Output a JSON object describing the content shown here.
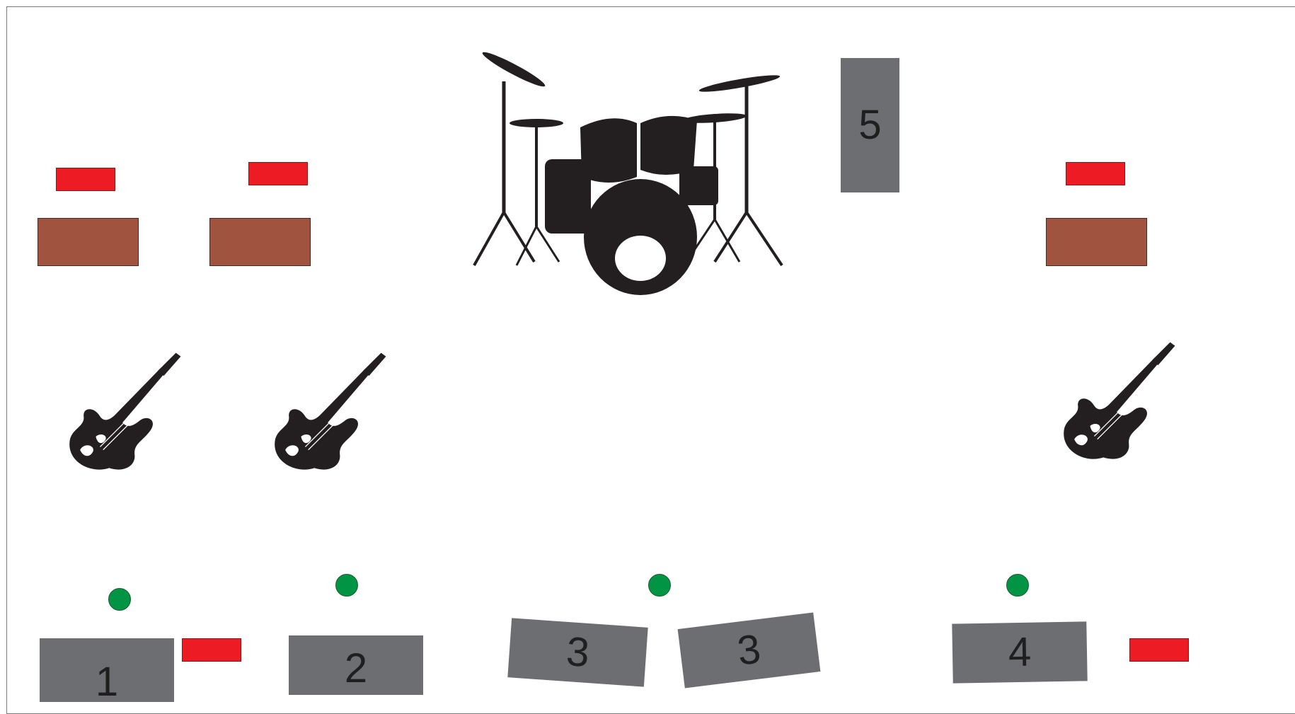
{
  "stage_plot": {
    "monitors": [
      {
        "id": "m1",
        "label": "1"
      },
      {
        "id": "m2",
        "label": "2"
      },
      {
        "id": "m3a",
        "label": "3"
      },
      {
        "id": "m3b",
        "label": "3"
      },
      {
        "id": "m4",
        "label": "4"
      },
      {
        "id": "m5",
        "label": "5"
      }
    ],
    "instruments": [
      "drum-kit",
      "electric-guitar",
      "electric-guitar",
      "electric-guitar"
    ],
    "colors": {
      "monitor": "#6d6e71",
      "amp": "#a0543f",
      "di_box": "#ed1c24",
      "vocal_mic": "#009444",
      "silhouette": "#231f20"
    }
  }
}
